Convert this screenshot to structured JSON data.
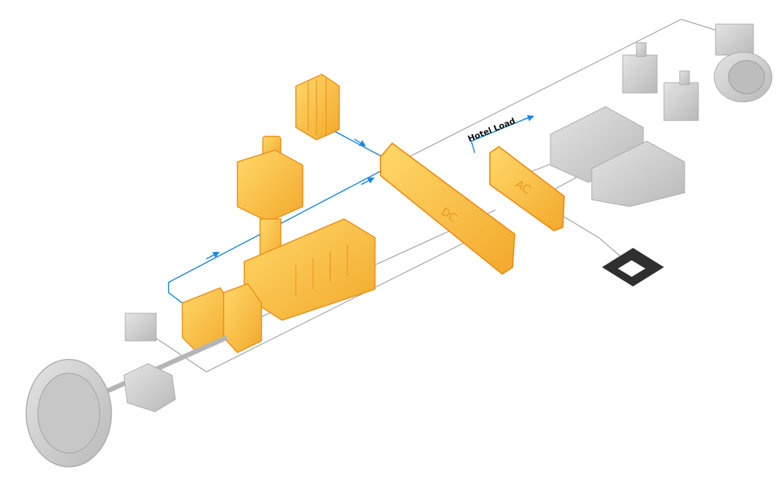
{
  "labels": {
    "hotel_load": "Hotel Load",
    "dc": "DC",
    "ac": "AC"
  },
  "colors": {
    "highlight": "#f7c12e",
    "highlight_edge": "#f08a12",
    "component_gray": "#d4d4d4",
    "flow_blue": "#1e88e5",
    "connection_line": "#9a9a9a",
    "background": "#ffffff"
  },
  "icons": [
    "shore-power-icon"
  ]
}
